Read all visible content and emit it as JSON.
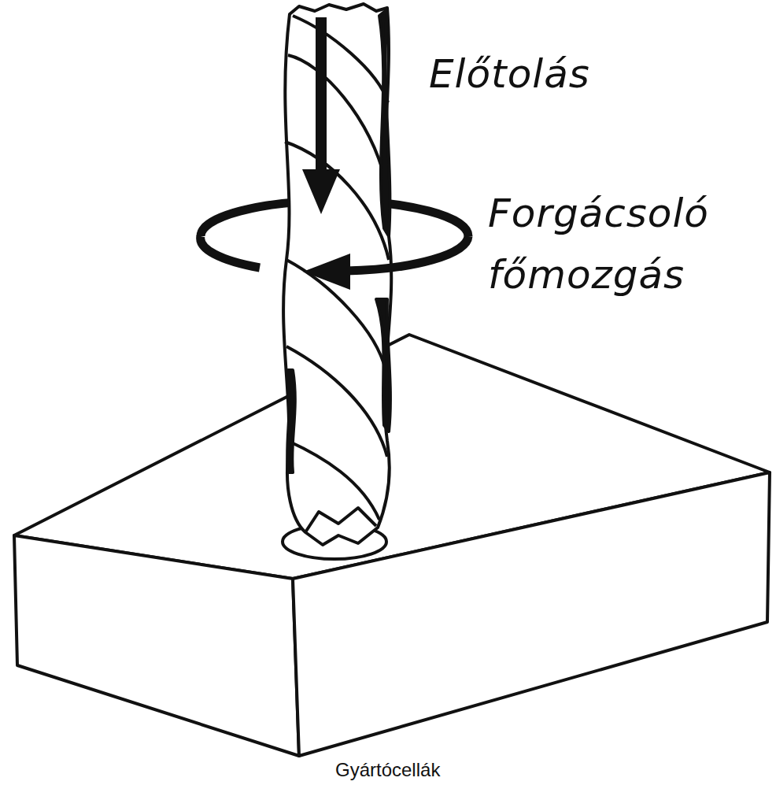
{
  "diagram": {
    "caption": "Gyártócellák",
    "labels": [
      "Előtolás",
      "Forgácsoló főmozgás"
    ]
  }
}
